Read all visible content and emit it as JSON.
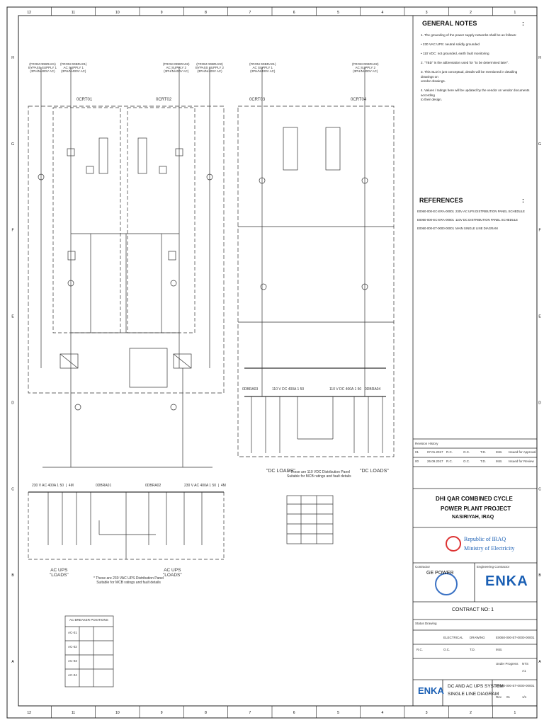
{
  "border": {
    "columns": [
      "12",
      "11",
      "10",
      "9",
      "8",
      "7",
      "6",
      "5",
      "4",
      "3",
      "2",
      "1"
    ],
    "rows": [
      "H",
      "G",
      "F",
      "E",
      "D",
      "C",
      "B",
      "A"
    ]
  },
  "general_notes": {
    "title": "GENERAL NOTES",
    "colon": ":",
    "items": [
      "1. The grounding of the power supply networks shall be as follows:",
      "•   230 VAC UPS: neutral solidly grounded",
      "•   110 VDC: not grounded, earth fault monitoring",
      "2. \"TBD\" is the abbreviation used for \"to be determined later\".",
      "3. This SLD is just conceptual, details will be mentioned in detailing drawings on",
      "    vendor drawings.",
      "4. Values / ratings here will be updated by the vendor on vendor documents according",
      "    to their design."
    ]
  },
  "references": {
    "title": "REFERENCES",
    "colon": ":",
    "items": [
      {
        "doc": "E0060-000-EC-ERA-00001",
        "desc": "230V AC UPS DISTRIBUTION PANEL SCHEDULE"
      },
      {
        "doc": "E0060-000-EC-ERA-00001",
        "desc": "110V DC DISTRIBUTION PANEL SCHEDULE"
      },
      {
        "doc": "E0060-000-ET-0000-00001",
        "desc": "MAIN SINGLE LINE DIAGRAM"
      }
    ]
  },
  "diagram": {
    "sources_left": [
      "(FROM 0DBRA01)\nBYPASS SUPPLY 1\n(3PH/N/400V AC)",
      "(FROM 0DBRA01)\nAC SUPPLY 1\n(3PH/N/400V AC)",
      "(FROM 0DBRA02)\nAC SUPPLY 2\n(3PH/N/400V AC)",
      "(FROM 0DBRA02)\nBYPASS SUPPLY 2\n(3PH/N/400V AC)"
    ],
    "sources_right": [
      "(FROM 0DBRA01)\nAC SUPPLY 1\n(3PH/N/400V AC)",
      "(FROM 0DBRA02)\nAC SUPPLY 2\n(3PH/N/400V AC)"
    ],
    "ups_left": [
      "0CRT01",
      "0CRT02"
    ],
    "ups_right": [
      "0CRT03",
      "0CRT04"
    ],
    "dc_boards": [
      "0DBRA03",
      "110 V DC 400A 1 50",
      "110 V DC 400A 1 50",
      "0DBRA04"
    ],
    "dc_loads": [
      "\"DC LOADS\"",
      "\"DC LOADS\""
    ],
    "ac_boards": [
      "230 V AC 400A 1 50  |  4M",
      "0DBRA01",
      "0DBRA02",
      "230 V AC 400A 1 50  |  4M"
    ],
    "ac_loads": [
      "AC UPS\n\"LOADS\"",
      "AC UPS\n\"LOADS\""
    ],
    "note_ac": "* These are 230 VAC UPS Distribution Panel\nSuitable for MCB ratings and fault details",
    "note_dc": "* These are 110 VDC Distribution Panel\nSuitable for MCB ratings and fault details",
    "breaker_table_title": "AC BREAKER POSITIONS",
    "breaker_table_left": [
      "AC-01",
      "AC-02",
      "AC-03",
      "AC-04"
    ]
  },
  "title_block": {
    "revision_history": "Revision History",
    "revisions": [
      {
        "rev": "01",
        "date": "07.01.2017",
        "by": "R.C.",
        "chk": "O.C.",
        "app": "T.D.",
        "app2": "M.B.",
        "desc": "Issued for Approval"
      },
      {
        "rev": "00",
        "date": "26.09.2017",
        "by": "R.C.",
        "chk": "O.C.",
        "app": "T.D.",
        "app2": "M.B.",
        "desc": "Issued for Review"
      }
    ],
    "project_line1": "DHI QAR COMBINED CYCLE",
    "project_line2": "POWER PLANT PROJECT",
    "project_line3": "NASIRIYAH, IRAQ",
    "client_line1": "Republic of IRAQ",
    "client_line2": "Ministry of Electricity",
    "contractor_label": "Contractor",
    "subcontractor_label": "Engineering Contractor",
    "contractor_name": "GE POWER",
    "subcontractor_name": "ENKA",
    "contract_no": "CONTRACT NO: 1",
    "status": "Status Drawing",
    "discipline": "ELECTRICAL",
    "doc_type": "DRAWING",
    "doc_no": "E0060-000-ET-0000-00001",
    "drawn": "R.C.",
    "checked": "O.C.",
    "approved": "T.D.",
    "approved2": "M.B.",
    "scale": "NTS",
    "size": "A1",
    "progress": "Under Progress",
    "drawing_title_line1": "DC AND AC UPS SYSTEM",
    "drawing_title_line2": "SINGLE LINE DIAGRAM",
    "drawing_number": "E0060-000-ET-0000-00001",
    "rev_label": "Rev",
    "rev_value": "01",
    "sheet_value": "1/1",
    "logo_bottom": "ENKA"
  },
  "colors": {
    "line": "#222222",
    "logo_blue": "#1a5fb4",
    "ge_blue": "#3b72c4"
  }
}
